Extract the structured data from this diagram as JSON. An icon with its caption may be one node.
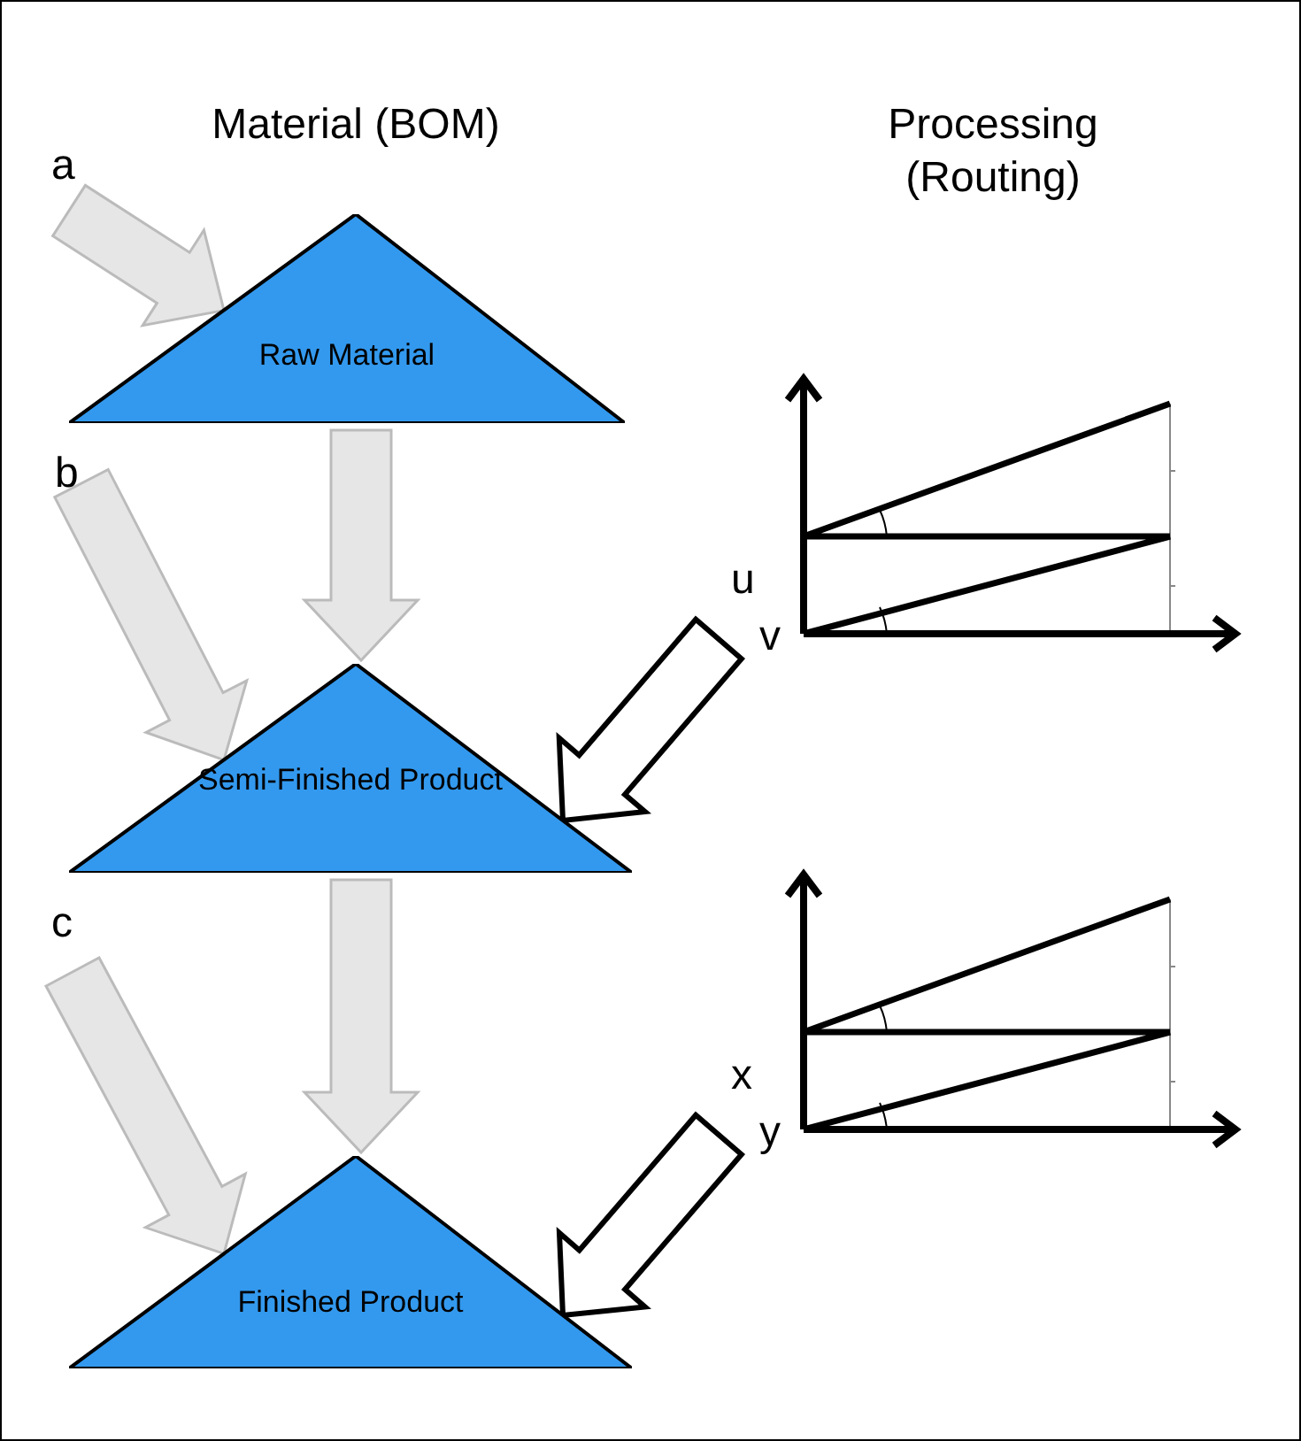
{
  "diagram": {
    "nodes": [
      {
        "text": [
          "Raw Material"
        ]
      },
      {
        "text": [
          "Semi-Finished Product"
        ]
      },
      {
        "text": [
          "Finished Product"
        ]
      },
      {
        "text": [],
        "shape": "chart"
      },
      {
        "text": [],
        "shape": "chart"
      }
    ],
    "edges": [
      {
        "from": null,
        "to": 0,
        "arrow": "to",
        "label": "a"
      },
      {
        "from": null,
        "to": 1,
        "arrow": "to",
        "label": "b"
      },
      {
        "from": 0,
        "to": 1,
        "arrow": "to"
      },
      {
        "from": 3,
        "to": 1,
        "arrow": "to",
        "color": "#ffffff"
      },
      {
        "from": null,
        "to": 2,
        "arrow": "to",
        "label": "c"
      },
      {
        "from": 1,
        "to": 2,
        "arrow": "to"
      },
      {
        "from": 4,
        "to": 2,
        "arrow": "to",
        "color": "#ffffff"
      }
    ],
    "labels": [
      "Material (BOM)",
      "Processing (Routing)",
      "u",
      "v",
      "x",
      "y"
    ]
  }
}
